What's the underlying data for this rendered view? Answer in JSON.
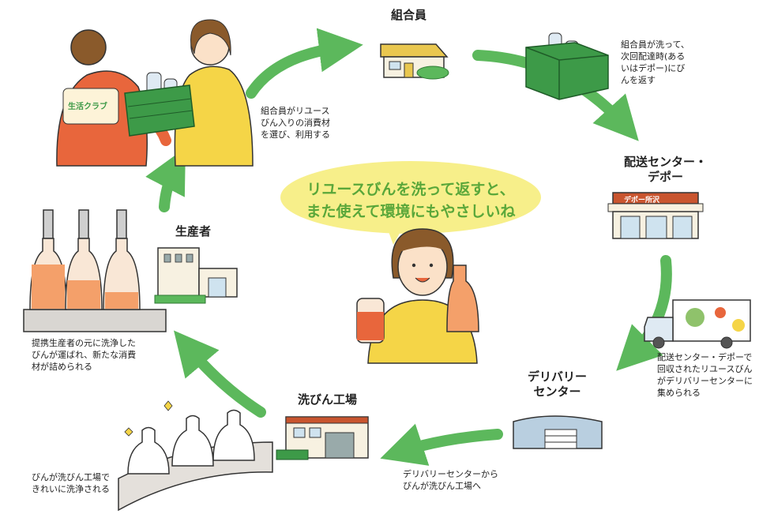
{
  "bubble": {
    "line1": "リユースびんを洗って返すと、",
    "line2": "また使えて環境にもやさしいね"
  },
  "stations": {
    "member": "組合員",
    "delivery_center_depot": "配送センター・\nデポー",
    "delivery_center": "デリバリー\nセンター",
    "washing_plant": "洗びん工場",
    "producer": "生産者"
  },
  "notes": {
    "member_use": "組合員がリユース\nびん入りの消費材\nを選び、利用する",
    "member_return": "組合員が洗って、\n次回配達時(ある\nいはデポー)にび\nんを返す",
    "collect": "配送センター・デポーで\n回収されたリユースびん\nがデリバリーセンターに\n集められる",
    "to_plant": "デリバリーセンターから\nびんが洗びん工場へ",
    "washed": "びんが洗びん工場で\nきれいに洗浄される",
    "refill": "提携生産者の元に洗浄した\nびんが運ばれ、新たな消費\n材が詰められる"
  },
  "sign_texts": {
    "jacket_logo": "生活クラブ",
    "depot_sign": "デポー所沢"
  },
  "colors": {
    "arrow": "#5cb85c",
    "bubble": "#f7ef8a",
    "bubble_text": "#5aa73a",
    "crate": "#3d9a48",
    "shirt": "#f5d547",
    "jacket": "#e8663c"
  }
}
